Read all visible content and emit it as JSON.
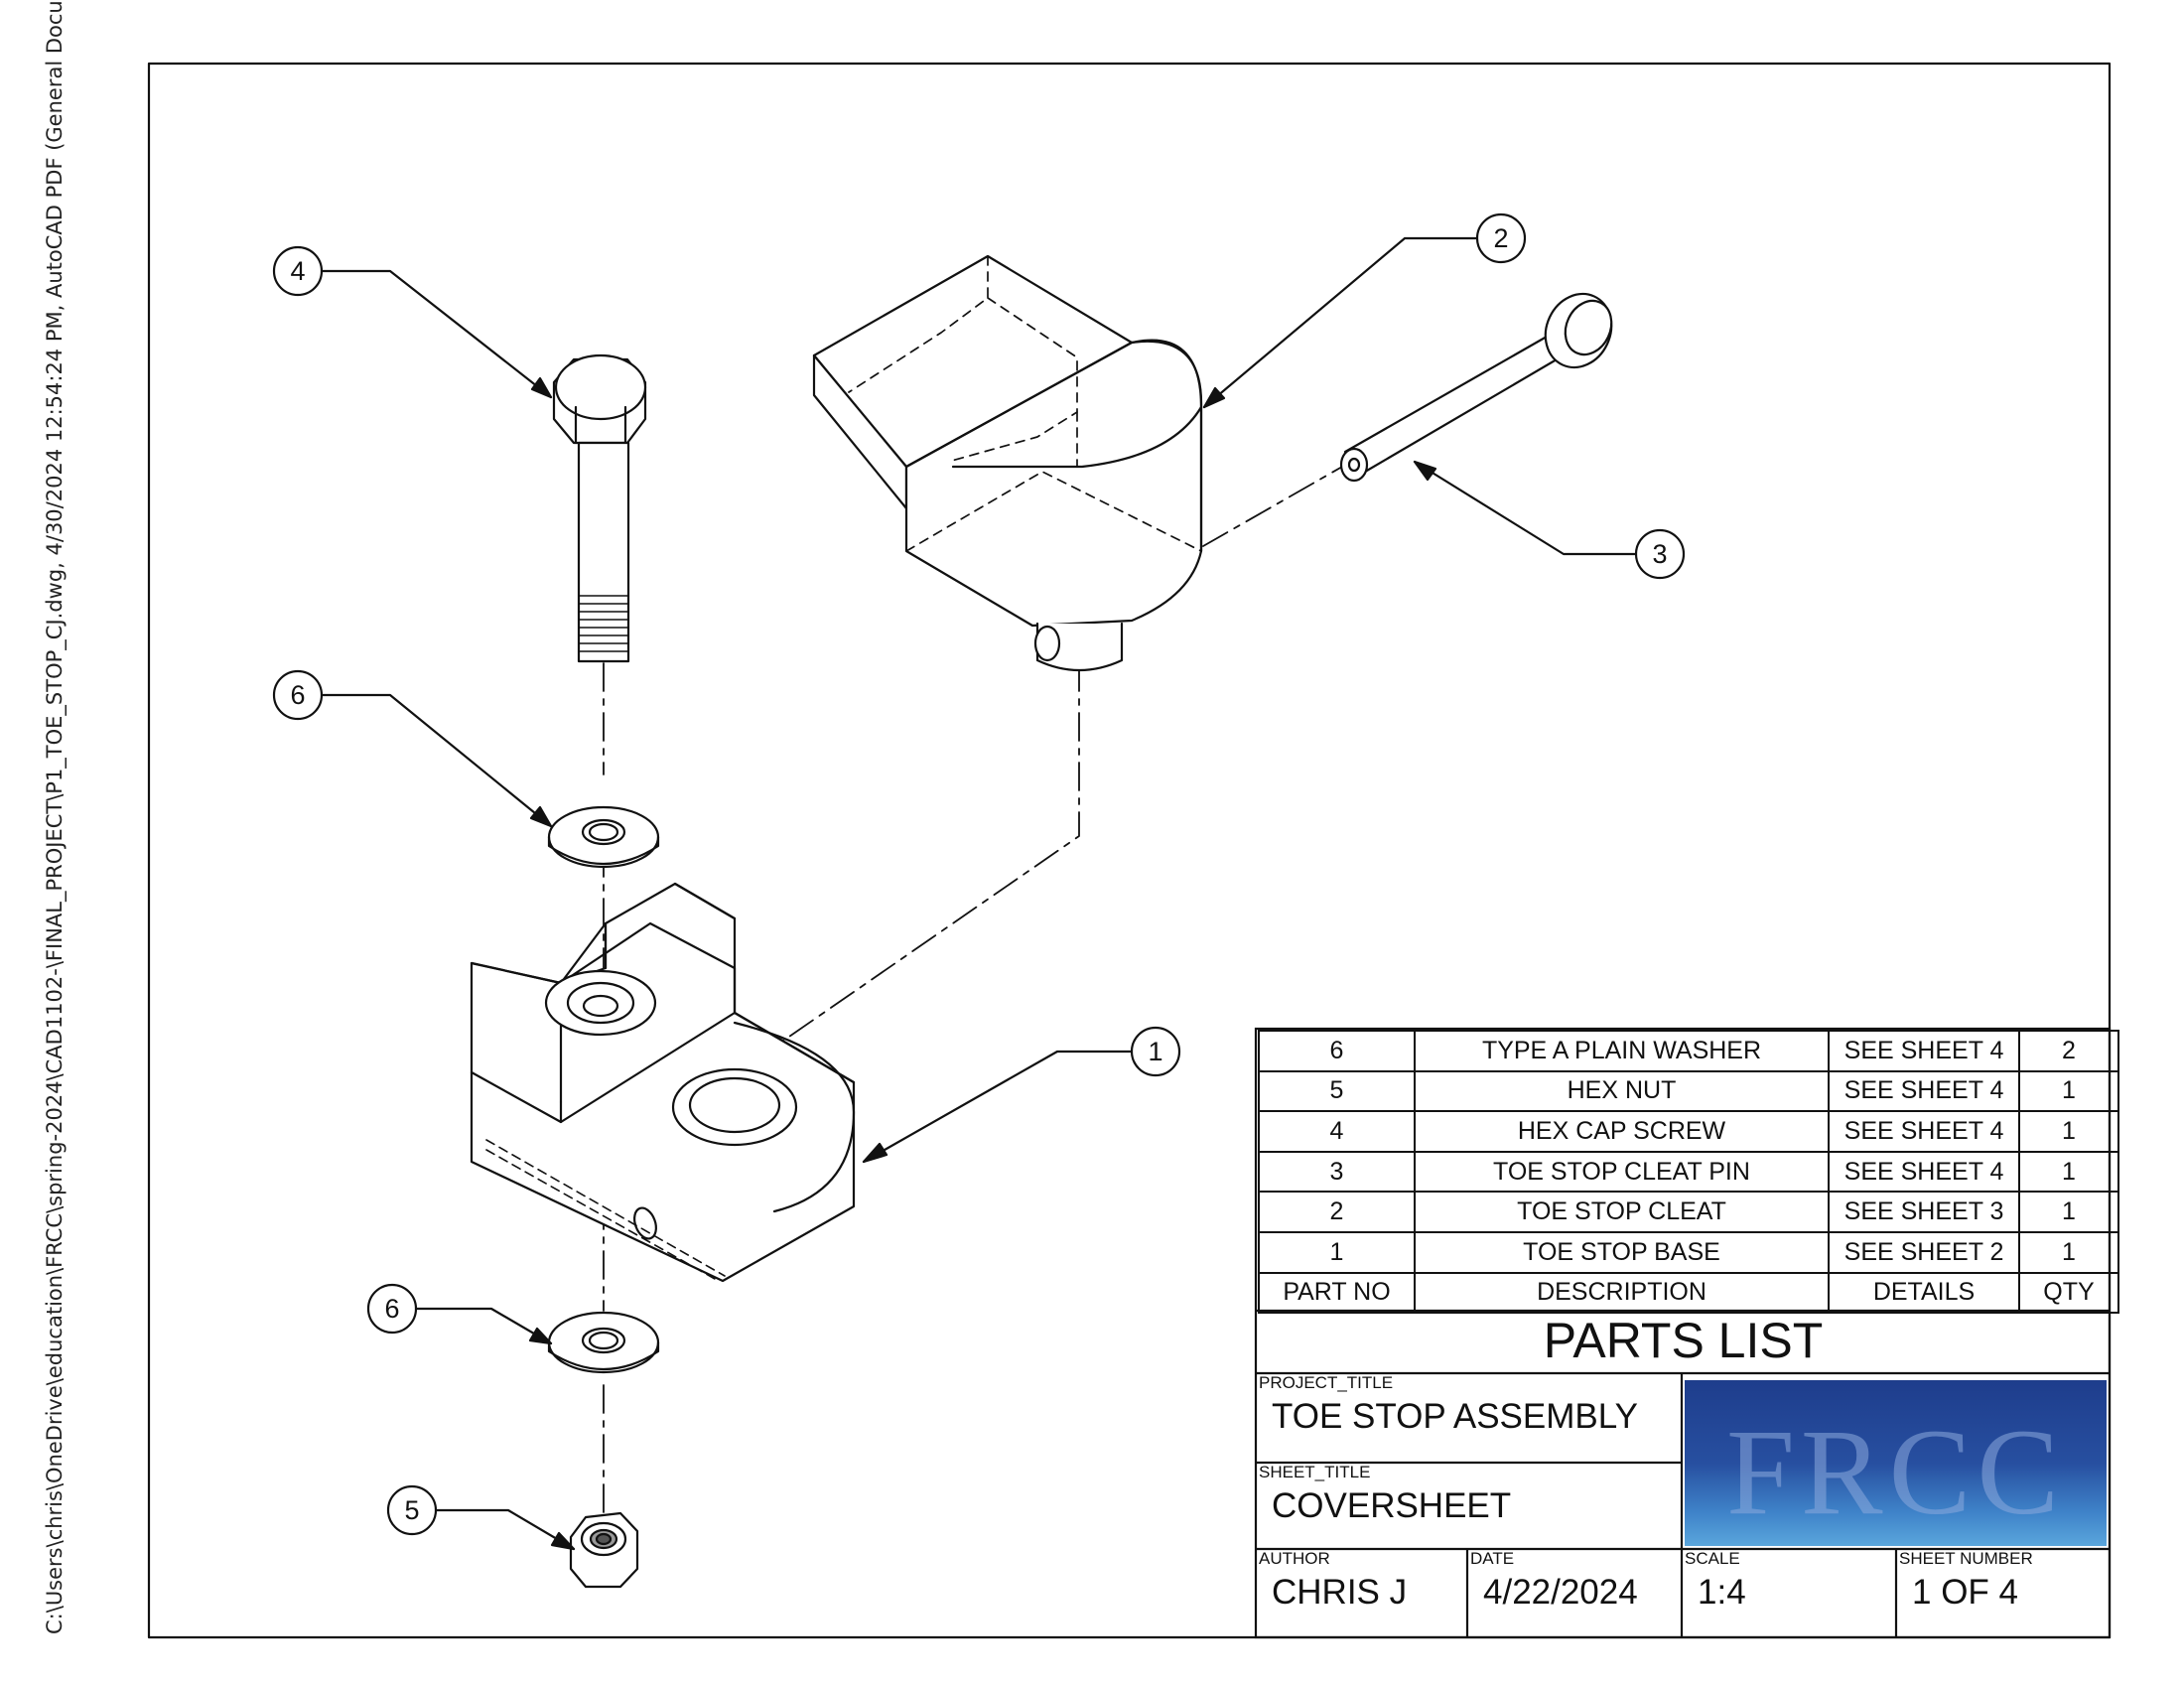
{
  "file_path": "C:\\Users\\chris\\OneDrive\\education\\FRCC\\spring-2024\\CAD1102-\\FINAL_PROJECT\\P1_TOE_STOP_CJ.dwg, 4/30/2024 12:54:24 PM, AutoCAD PDF (General Docu",
  "callouts": [
    "1",
    "2",
    "3",
    "4",
    "5",
    "6",
    "6"
  ],
  "parts_list": {
    "rows": [
      {
        "part_no": "6",
        "description": "TYPE A PLAIN WASHER",
        "details": "SEE SHEET 4",
        "qty": "2"
      },
      {
        "part_no": "5",
        "description": "HEX NUT",
        "details": "SEE SHEET 4",
        "qty": "1"
      },
      {
        "part_no": "4",
        "description": "HEX CAP SCREW",
        "details": "SEE SHEET 4",
        "qty": "1"
      },
      {
        "part_no": "3",
        "description": "TOE STOP CLEAT PIN",
        "details": "SEE SHEET 4",
        "qty": "1"
      },
      {
        "part_no": "2",
        "description": "TOE STOP CLEAT",
        "details": "SEE SHEET 3",
        "qty": "1"
      },
      {
        "part_no": "1",
        "description": "TOE STOP BASE",
        "details": "SEE SHEET 2",
        "qty": "1"
      }
    ],
    "header": {
      "part_no": "PART NO",
      "description": "DESCRIPTION",
      "details": "DETAILS",
      "qty": "QTY"
    },
    "title": "PARTS LIST"
  },
  "title_block": {
    "project_title_label": "PROJECT_TITLE",
    "project_title": "TOE STOP ASSEMBLY",
    "sheet_title_label": "SHEET_TITLE",
    "sheet_title": "COVERSHEET",
    "author_label": "AUTHOR",
    "author": "CHRIS J",
    "date_label": "DATE",
    "date": "4/22/2024",
    "scale_label": "SCALE",
    "scale": "1:4",
    "sheet_number_label": "SHEET NUMBER",
    "sheet_number": "1 OF 4",
    "logo_text": "FRCC",
    "logo_colors": [
      "#1e3d8c",
      "#3f83c9"
    ]
  }
}
